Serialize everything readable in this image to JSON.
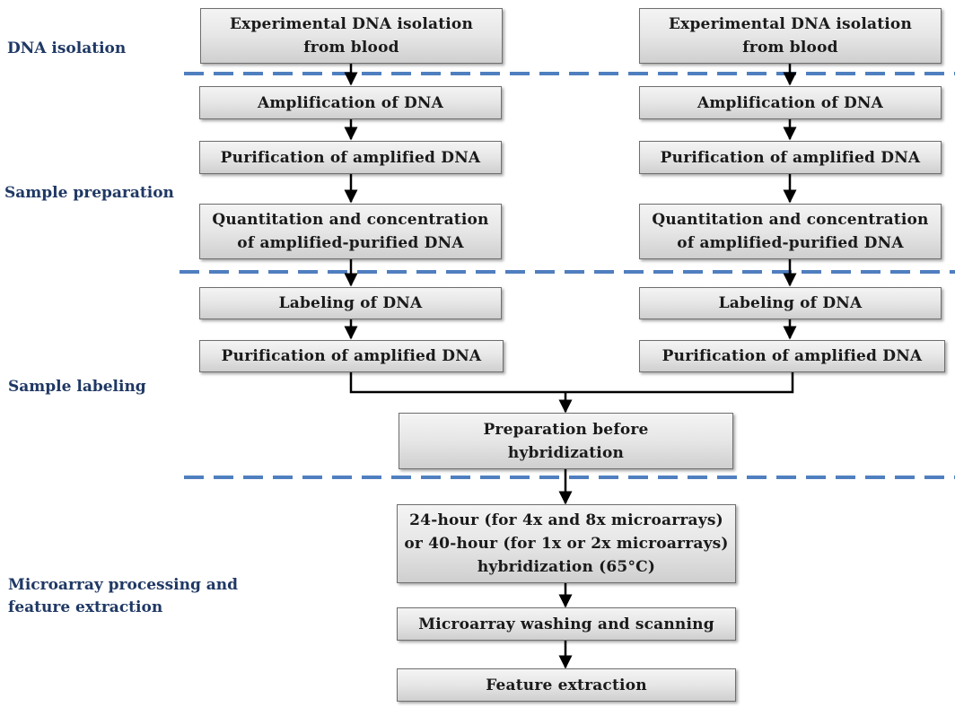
{
  "sections": {
    "dna_isolation": "DNA isolation",
    "sample_preparation": "Sample preparation",
    "sample_labeling": "Sample labeling",
    "microarray_processing": "Microarray processing and\nfeature extraction"
  },
  "left_column": {
    "isolation": "Experimental DNA isolation\nfrom blood",
    "amplification": "Amplification of DNA",
    "purification": "Purification of amplified DNA",
    "quantitation": "Quantitation and concentration\nof amplified-purified DNA",
    "labeling": "Labeling of DNA",
    "purification_2": "Purification of amplified DNA"
  },
  "right_column": {
    "isolation": "Experimental DNA isolation\nfrom blood",
    "amplification": "Amplification of DNA",
    "purification": "Purification of amplified DNA",
    "quantitation": "Quantitation and concentration\nof amplified-purified DNA",
    "labeling": "Labeling of DNA",
    "purification_2": "Purification of amplified DNA"
  },
  "center_column": {
    "preparation": "Preparation before\nhybridization",
    "hybridization": "24-hour (for 4x and 8x microarrays)\nor 40-hour (for 1x or 2x microarrays)\nhybridization (65°C)",
    "washing": "Microarray washing and scanning",
    "feature_extraction": "Feature extraction"
  },
  "colors": {
    "section_label": "#1f3864",
    "divider": "#4f7fbf",
    "arrow": "#000000",
    "box_border": "#6e6e6e"
  }
}
